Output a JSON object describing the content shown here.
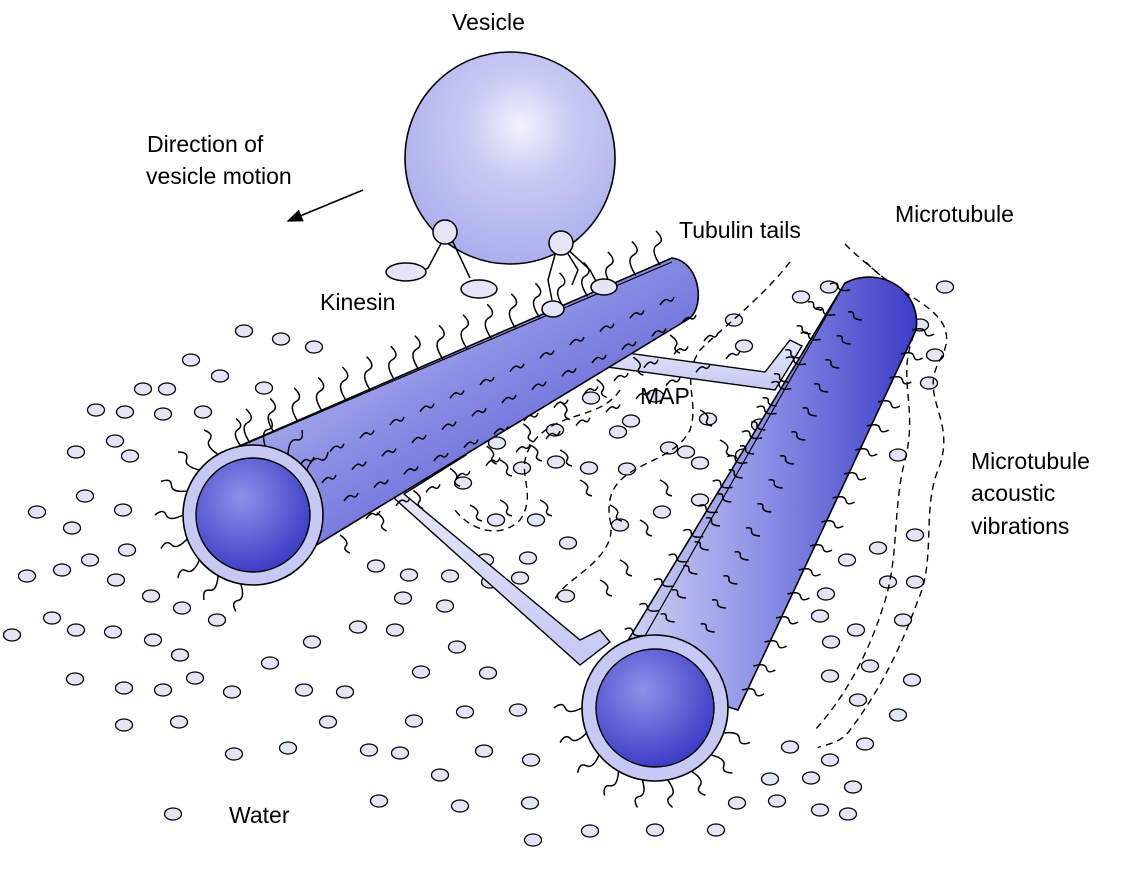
{
  "labels": {
    "vesicle": "Vesicle",
    "direction_line1": "Direction of",
    "direction_line2": "vesicle motion",
    "tubulin_tails": "Tubulin tails",
    "microtubule": "Microtubule",
    "kinesin": "Kinesin",
    "map": "MAP",
    "acoustic_line1": "Microtubule",
    "acoustic_line2": "acoustic",
    "acoustic_line3": "vibrations",
    "water": "Water"
  },
  "colors": {
    "tube_dark": "#4a4ad0",
    "tube_light": "#d0d4f4",
    "vesicle": "#c4c6f2",
    "water": "#e4e6f8",
    "outline": "#000000"
  }
}
